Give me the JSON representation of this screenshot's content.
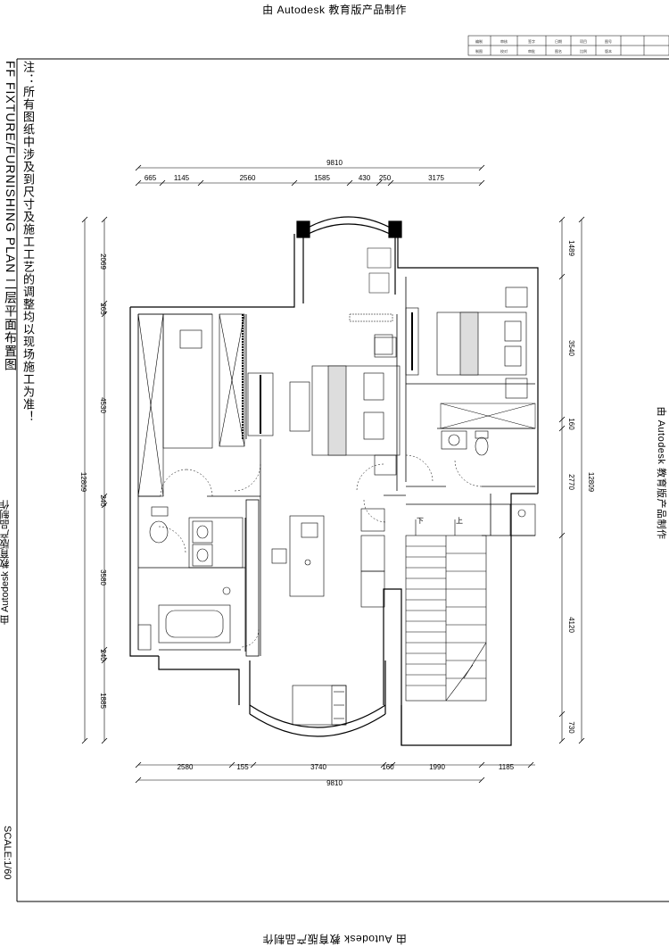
{
  "watermark": "由 Autodesk 教育版产品制作",
  "sheet": {
    "title": "FF   FIXTURE/FURNISHING PLAN 二层平面布置图",
    "note": "注：所有图纸中涉及到尺寸及施工工艺的调整均以现场施工为准！",
    "scale": "SCALE:1/60"
  },
  "title_block": {
    "cells": [
      "编制",
      "审核",
      "签字",
      "日期",
      "项目",
      "图号",
      "制图",
      "校对",
      "审批",
      "图名",
      "比例",
      "版本"
    ]
  },
  "dimensions": {
    "top_total": "9810",
    "top_segments": [
      "665",
      "1145",
      "2560",
      "1585",
      "430",
      "250",
      "3175"
    ],
    "bottom_segments": [
      "2580",
      "155",
      "3740",
      "160",
      "1990",
      "1185"
    ],
    "bottom_total": "9810",
    "left_total": "12809",
    "left_segments": [
      "2069",
      "265",
      "4530",
      "240",
      "3580",
      "240",
      "1885"
    ],
    "right_total": "12809",
    "right_segments": [
      "1489",
      "3540",
      "160",
      "2770",
      "4120",
      "730"
    ]
  },
  "stair_marks": [
    "下",
    "上"
  ]
}
